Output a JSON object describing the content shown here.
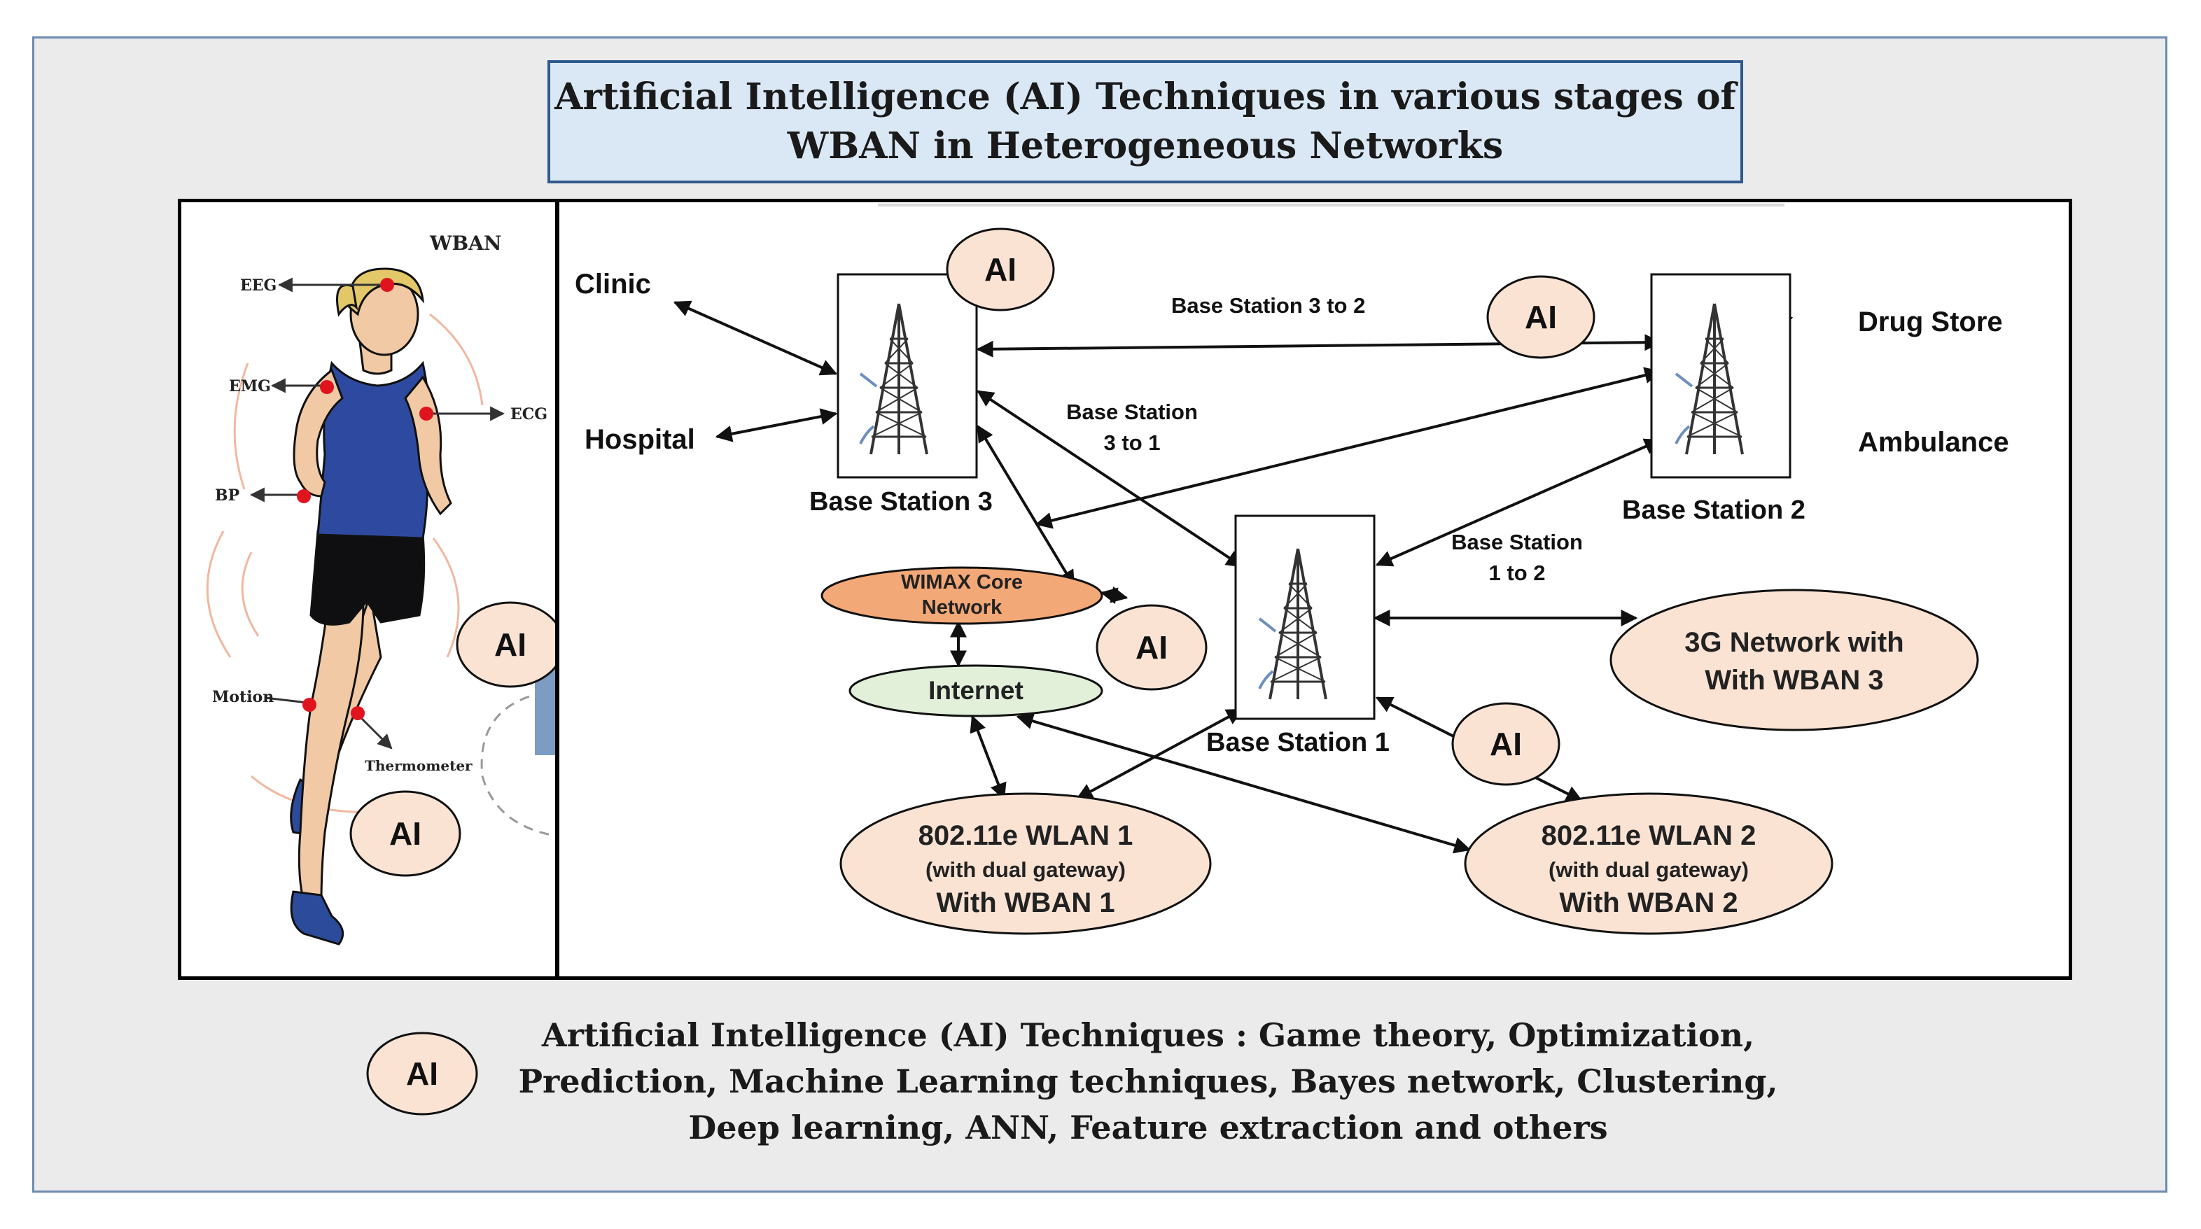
{
  "title": {
    "line1": "Artificial Intelligence (AI) Techniques in various stages of",
    "line2": "WBAN in Heterogeneous Networks"
  },
  "wban": {
    "title": "WBAN",
    "sensors": {
      "eeg": "EEG",
      "emg": "EMG",
      "ecg": "ECG",
      "bp": "BP",
      "motion": "Motion",
      "thermometer": "Thermometer"
    }
  },
  "ai_label": "AI",
  "nodes": {
    "clinic": "Clinic",
    "hospital": "Hospital",
    "drug_store": "Drug Store",
    "ambulance": "Ambulance",
    "bs1": "Base Station 1",
    "bs2": "Base Station 2",
    "bs3": "Base Station 3",
    "wimax_line1": "WIMAX Core",
    "wimax_line2": "Network",
    "internet": "Internet",
    "g3_line1": "3G Network with",
    "g3_line2": "With WBAN 3",
    "wlan1_line1": "802.11e WLAN 1",
    "wlan1_line2": "(with dual gateway)",
    "wlan1_line3": "With WBAN 1",
    "wlan2_line1": "802.11e WLAN 2",
    "wlan2_line2": "(with dual gateway)",
    "wlan2_line3": "With WBAN 2"
  },
  "links": {
    "bs3_to_2": "Base Station 3 to 2",
    "bs3_to_1_line1": "Base Station",
    "bs3_to_1_line2": "3 to 1",
    "bs1_to_2_line1": "Base Station",
    "bs1_to_2_line2": "1 to 2"
  },
  "footer": {
    "line1": "Artificial Intelligence (AI) Techniques : Game theory, Optimization,",
    "line2": "Prediction, Machine Learning techniques, Bayes network, Clustering,",
    "line3": "Deep learning, ANN, Feature extraction and others"
  },
  "colors": {
    "ai_fill": "#fbe3d4",
    "wimax_fill": "#f3a877",
    "internet_fill": "#e2f0da",
    "network_fill": "#fbe3d4",
    "sensor_red": "#e0141e",
    "shirt_blue": "#2e4aa0"
  }
}
